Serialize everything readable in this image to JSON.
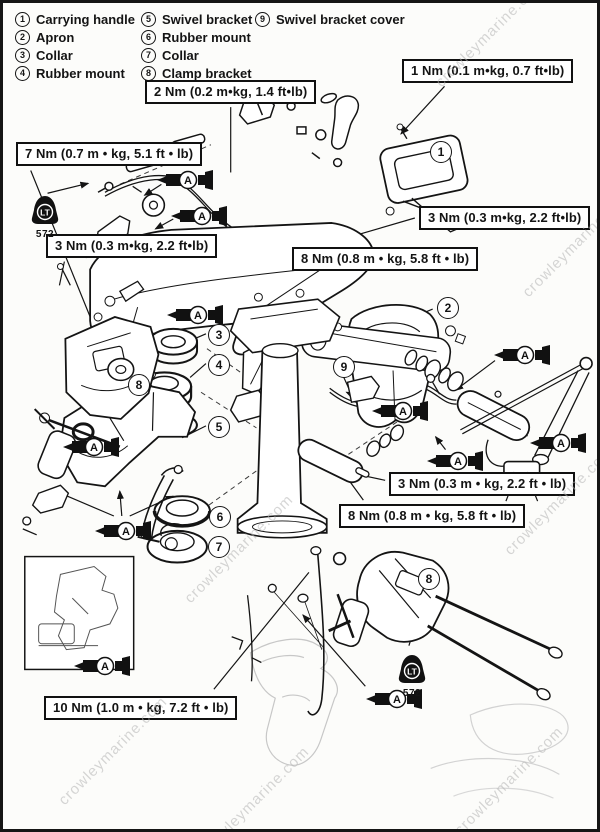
{
  "page": {
    "watermark": "crowleymarine.com",
    "background": "#fcfcfa",
    "ink": "#141414"
  },
  "legend": {
    "items": [
      {
        "num": "1",
        "label": "Carrying handle"
      },
      {
        "num": "2",
        "label": "Apron"
      },
      {
        "num": "3",
        "label": "Collar"
      },
      {
        "num": "4",
        "label": "Rubber mount"
      },
      {
        "num": "5",
        "label": "Swivel bracket"
      },
      {
        "num": "6",
        "label": "Rubber mount"
      },
      {
        "num": "7",
        "label": "Collar"
      },
      {
        "num": "8",
        "label": "Clamp bracket"
      },
      {
        "num": "9",
        "label": "Swivel bracket cover"
      }
    ]
  },
  "callouts": {
    "torque_2nm": "2 Nm (0.2 m•kg, 1.4 ft•lb)",
    "torque_1nm": "1 Nm (0.1 m•kg, 0.7 ft•lb)",
    "torque_7nm": "7 Nm (0.7 m • kg, 5.1 ft • lb)",
    "torque_3nm_left": "3 Nm (0.3 m•kg, 2.2 ft•lb)",
    "torque_3nm_right": "3 Nm (0.3 m•kg, 2.2 ft•lb)",
    "torque_8nm_center": "8 Nm (0.8 m • kg, 5.8 ft • lb)",
    "torque_3nm_lower": "3 Nm (0.3 m • kg, 2.2 ft • lb)",
    "torque_8nm_lower": "8 Nm (0.8 m • kg, 5.8 ft • lb)",
    "torque_10nm": "10 Nm (1.0 m • kg, 7.2 ft • lb)"
  },
  "part_markers": {
    "m1": "1",
    "m2": "2",
    "m3": "3",
    "m4": "4",
    "m5": "5",
    "m6": "6",
    "m7": "7",
    "m8a": "8",
    "m8b": "8",
    "m9": "9"
  },
  "symbols": {
    "grease": "A",
    "loctite_abbr": "LT",
    "loctite_num": "572"
  }
}
